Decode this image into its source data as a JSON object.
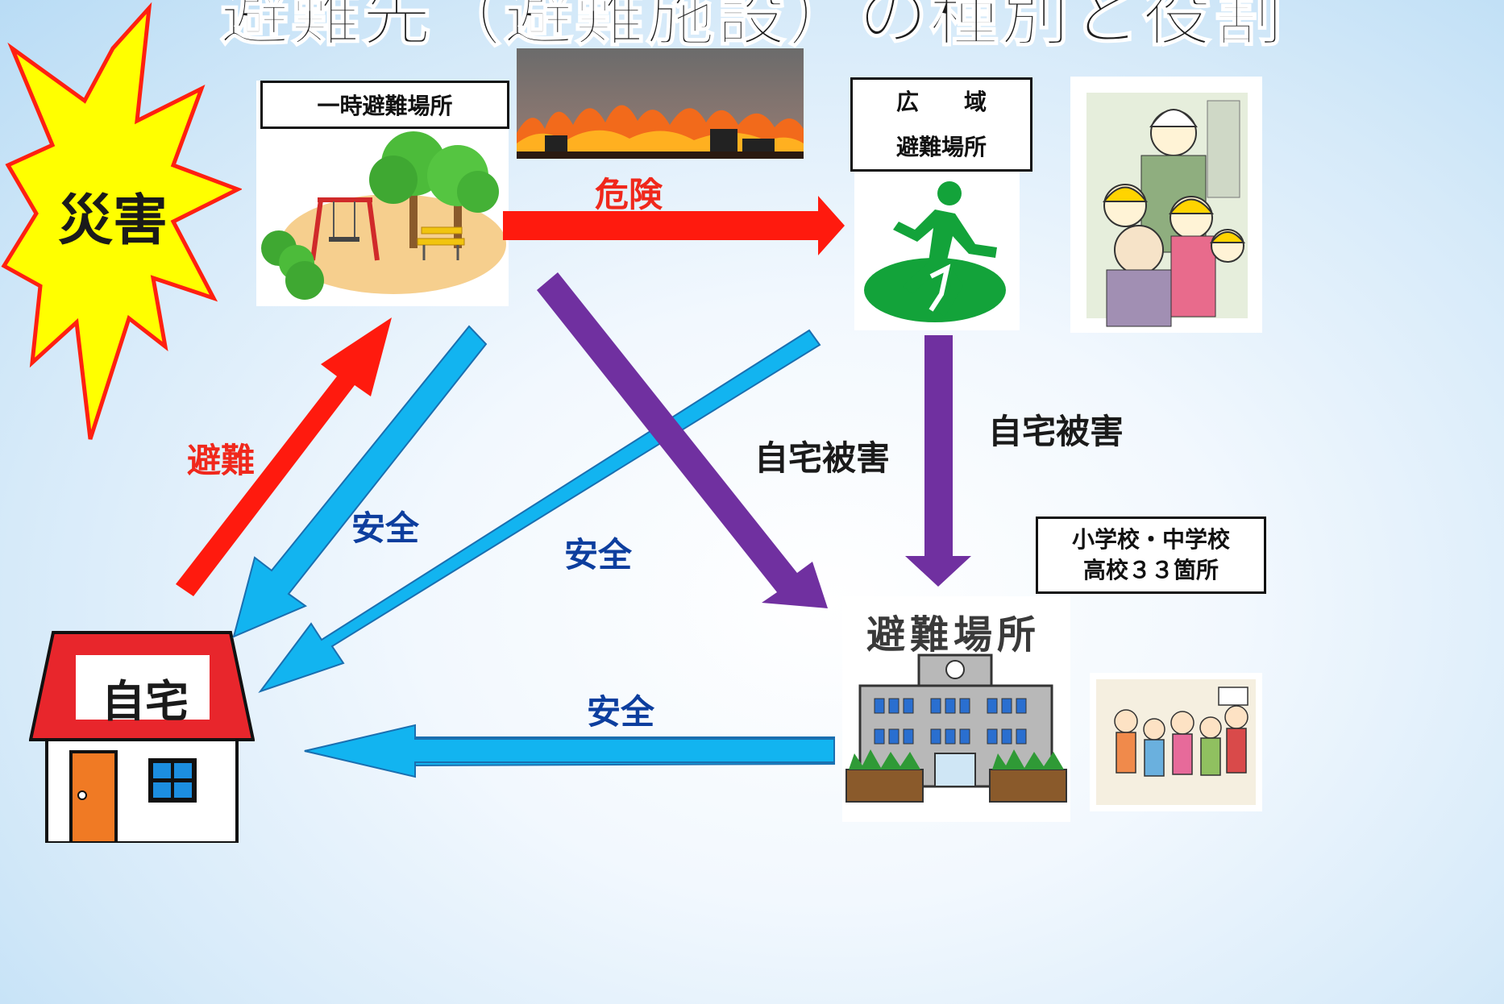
{
  "title": "避難先（避難施設）の種別と役割",
  "disaster_label": "災害",
  "temp_site_label": "一時避難場所",
  "wide_area_label_line1": "広　　域",
  "wide_area_label_line2": "避難場所",
  "school_label_line1": "小学校・中学校",
  "school_label_line2": "高校３３箇所",
  "shelter_sign": "避難場所",
  "home_label": "自宅",
  "arrows": {
    "danger": "危険",
    "evacuate": "避難",
    "safe_from_temp": "安全",
    "safe_from_wide": "安全",
    "safe_from_shelter": "安全",
    "damage_from_temp": "自宅被害",
    "damage_from_wide": "自宅被害"
  },
  "colors": {
    "red_arrow": "#ff1a0e",
    "blue_arrow": "#12b4f0",
    "purple_arrow": "#7030a0",
    "starburst_fill": "#ffff00",
    "starburst_stroke": "#ff2010",
    "exit_green": "#13a33a"
  }
}
